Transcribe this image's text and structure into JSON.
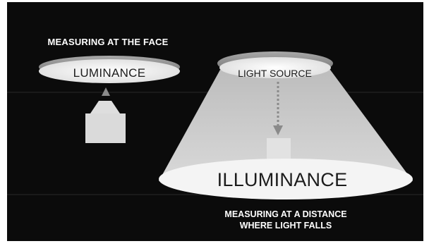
{
  "diagram": {
    "face_caption": "MEASURING AT THE FACE",
    "luminance_label": "LUMINANCE",
    "light_source_label": "LIGHT SOURCE",
    "illuminance_label": "ILLUMINANCE",
    "distance_caption_line1": "MEASURING AT A DISTANCE",
    "distance_caption_line2": "WHERE LIGHT FALLS"
  },
  "colors": {
    "background": "#0b0b0b",
    "disc_fill": "#ececec",
    "disc_rim": "#9a9a9a",
    "cone_fill": "#c8c8c8",
    "arrow": "#8a8a8a",
    "text_dark": "#1c1c1c",
    "text_light": "#ffffff"
  }
}
